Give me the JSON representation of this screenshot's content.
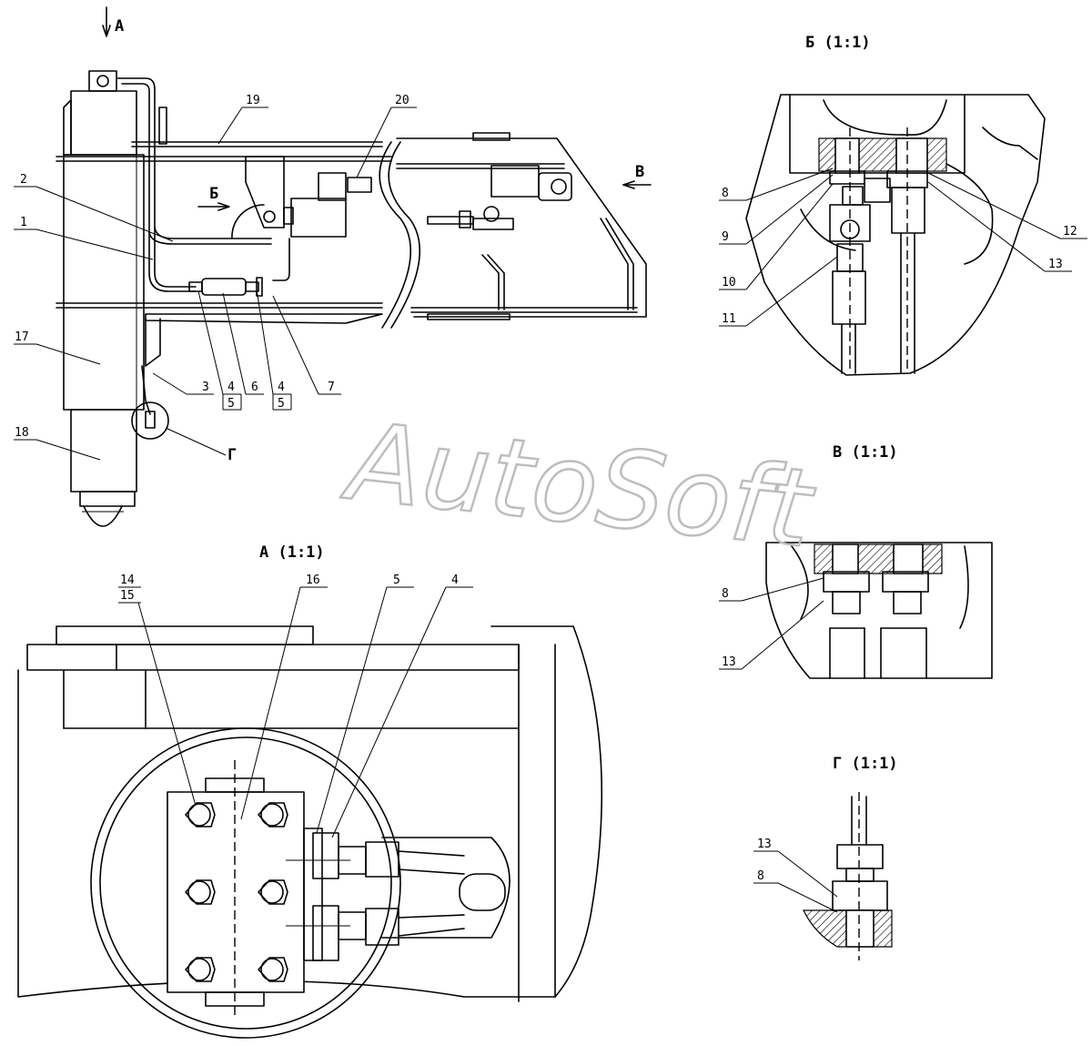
{
  "watermark": "AutoSoft",
  "view_titles": {
    "a": "А (1:1)",
    "b": "Б (1:1)",
    "v": "В (1:1)",
    "g": "Г (1:1)"
  },
  "direction_marks": {
    "a": "А",
    "b": "Б",
    "v": "В",
    "g": "Г"
  },
  "main_callouts": [
    "1",
    "2",
    "3",
    "4",
    "5",
    "6",
    "4",
    "5",
    "7",
    "17",
    "18",
    "19",
    "20"
  ],
  "view_a_callouts": [
    "14",
    "15",
    "16",
    "5",
    "4"
  ],
  "view_b_callouts": [
    "8",
    "9",
    "10",
    "11",
    "12",
    "13"
  ],
  "view_v_callouts": [
    "8",
    "13"
  ],
  "view_g_callouts": [
    "13",
    "8"
  ],
  "colors": {
    "line": "#000000",
    "watermark": "#bdbdbd",
    "background": "#ffffff"
  }
}
